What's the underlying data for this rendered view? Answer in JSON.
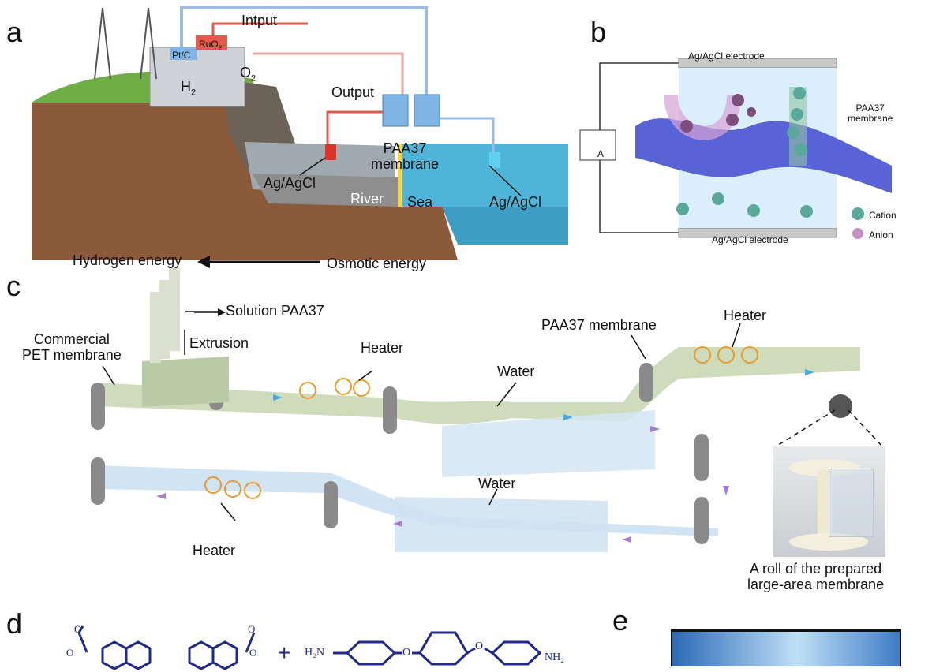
{
  "panels": {
    "a": {
      "letter": "a",
      "intput": "Intput",
      "output": "Output",
      "pt_c": "Pt/C",
      "ruo": "RuO",
      "ruo_sub": "2",
      "h": "H",
      "h_sub": "2",
      "o": "O",
      "o_sub": "2",
      "paa_line1": "PAA37",
      "paa_line2": "membrane",
      "agcl_left": "Ag/AgCl",
      "agcl_right": "Ag/AgCl",
      "river": "River",
      "sea": "Sea",
      "hydrogen": "Hydrogen energy",
      "osmotic": "Osmotic energy"
    },
    "b": {
      "letter": "b",
      "electrode_top": "Ag/AgCl electrode",
      "electrode_bottom": "Ag/AgCl electrode",
      "paa_line1": "PAA37",
      "paa_line2": "membrane",
      "meter": "A",
      "cation": "Cation",
      "anion": "Anion"
    },
    "c": {
      "letter": "c",
      "solution": "Solution PAA37",
      "extrusion": "Extrusion",
      "commercial_line1": "Commercial",
      "commercial_line2": "PET membrane",
      "heater_1": "Heater",
      "heater_2": "Heater",
      "heater_3": "Heater",
      "water_1": "Water",
      "water_2": "Water",
      "paa_membrane": "PAA37 membrane",
      "roll_line1": "A roll of the prepared",
      "roll_line2": "large-area membrane"
    },
    "d": {
      "letter": "d",
      "plus": "+",
      "h2n": "H₂N",
      "nh2": "NH₂",
      "o_link_1": "O",
      "o_link_2": "O"
    },
    "e": {
      "letter": "e"
    }
  },
  "colors": {
    "accent_blue": "#1f2a8a",
    "water_blue": "#4fb5d8",
    "membrane_blue": "#5a63d6",
    "heater_orange": "#e99a2c",
    "input_red": "#e45a4a"
  }
}
